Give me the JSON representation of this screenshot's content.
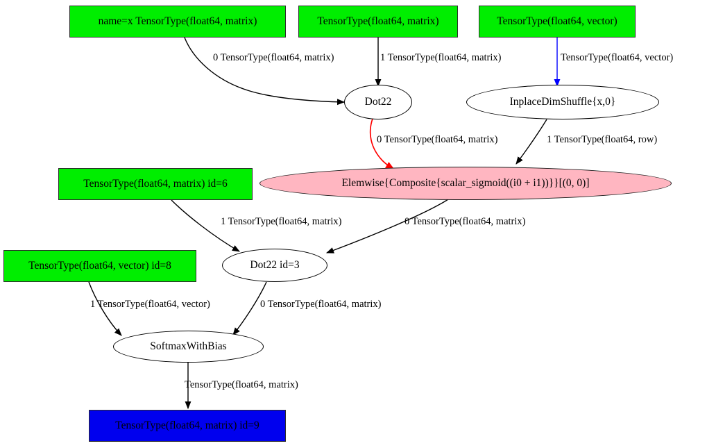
{
  "graph": {
    "title": "Theano computation graph",
    "colors": {
      "input_node": "#00ee00",
      "output_node": "#0000ee",
      "highlight_node": "#ffb6c1",
      "default_node": "#ffffff",
      "edge_default": "#000000",
      "edge_red": "#ff0000",
      "edge_blue": "#0000ff"
    },
    "nodes": [
      {
        "id": "in_x",
        "shape": "box",
        "fill": "input",
        "label": "name=x TensorType(float64, matrix)"
      },
      {
        "id": "in_w1",
        "shape": "box",
        "fill": "input",
        "label": "TensorType(float64, matrix)"
      },
      {
        "id": "in_b1",
        "shape": "box",
        "fill": "input",
        "label": "TensorType(float64, vector)"
      },
      {
        "id": "dot22",
        "shape": "ellipse",
        "fill": "default",
        "label": "Dot22"
      },
      {
        "id": "dimshuffle",
        "shape": "ellipse",
        "fill": "default",
        "label": "InplaceDimShuffle{x,0}"
      },
      {
        "id": "elemwise",
        "shape": "ellipse",
        "fill": "highlight",
        "label": "Elemwise{Composite{scalar_sigmoid((i0 + i1))}}[(0, 0)]"
      },
      {
        "id": "in_w2",
        "shape": "box",
        "fill": "input",
        "label": "TensorType(float64, matrix) id=6"
      },
      {
        "id": "in_b2",
        "shape": "box",
        "fill": "input",
        "label": "TensorType(float64, vector) id=8"
      },
      {
        "id": "dot22_id3",
        "shape": "ellipse",
        "fill": "default",
        "label": "Dot22 id=3"
      },
      {
        "id": "softmax",
        "shape": "ellipse",
        "fill": "default",
        "label": "SoftmaxWithBias"
      },
      {
        "id": "out",
        "shape": "box",
        "fill": "output",
        "label": "TensorType(float64, matrix) id=9"
      }
    ],
    "edges": [
      {
        "from": "in_x",
        "to": "dot22",
        "label": "0 TensorType(float64, matrix)",
        "color": "edge_default"
      },
      {
        "from": "in_w1",
        "to": "dot22",
        "label": "1 TensorType(float64, matrix)",
        "color": "edge_default"
      },
      {
        "from": "in_b1",
        "to": "dimshuffle",
        "label": "TensorType(float64, vector)",
        "color": "edge_blue"
      },
      {
        "from": "dot22",
        "to": "elemwise",
        "label": "0 TensorType(float64, matrix)",
        "color": "edge_red"
      },
      {
        "from": "dimshuffle",
        "to": "elemwise",
        "label": "1 TensorType(float64, row)",
        "color": "edge_default"
      },
      {
        "from": "in_w2",
        "to": "dot22_id3",
        "label": "1 TensorType(float64, matrix)",
        "color": "edge_default"
      },
      {
        "from": "elemwise",
        "to": "dot22_id3",
        "label": "0 TensorType(float64, matrix)",
        "color": "edge_default"
      },
      {
        "from": "in_b2",
        "to": "softmax",
        "label": "1 TensorType(float64, vector)",
        "color": "edge_default"
      },
      {
        "from": "dot22_id3",
        "to": "softmax",
        "label": "0 TensorType(float64, matrix)",
        "color": "edge_default"
      },
      {
        "from": "softmax",
        "to": "out",
        "label": "TensorType(float64, matrix)",
        "color": "edge_default"
      }
    ]
  }
}
